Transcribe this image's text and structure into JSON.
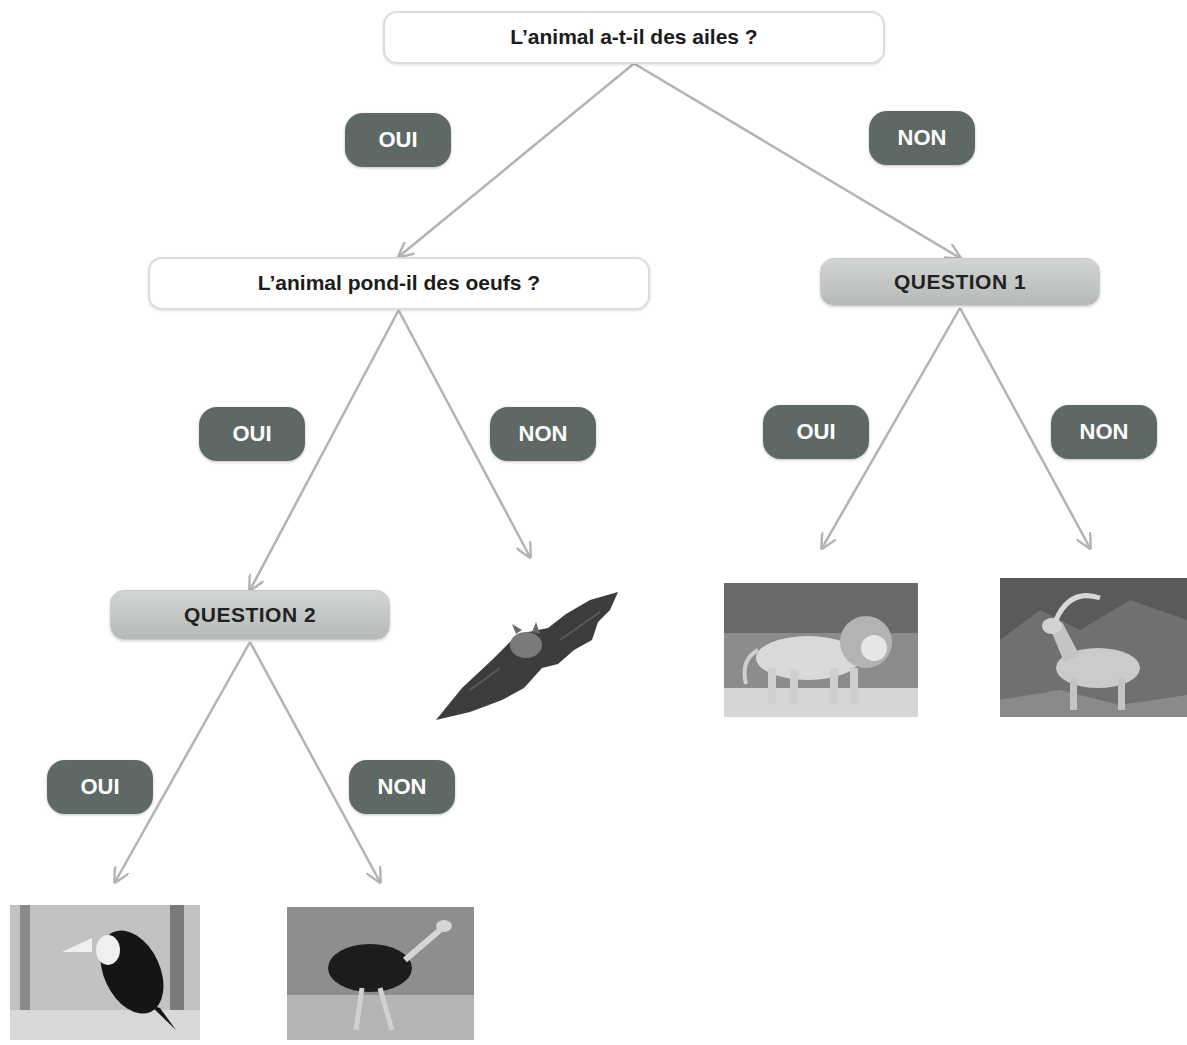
{
  "diagram": {
    "nodes": [
      {
        "text": [
          "L’animal a-t-il des ailes ?"
        ]
      },
      {
        "text": [
          "L’animal pond-il des oeufs ?"
        ]
      },
      {
        "text": [
          "QUESTION 1"
        ]
      },
      {
        "text": [
          "QUESTION 2"
        ]
      }
    ],
    "edges": [
      {
        "from": 0,
        "to": 1,
        "label": "OUI",
        "arrow": "to"
      },
      {
        "from": 0,
        "to": 2,
        "label": "NON",
        "arrow": "to"
      },
      {
        "from": 1,
        "to": 3,
        "label": "OUI",
        "arrow": "to"
      }
    ],
    "labels": [
      "NON",
      "OUI",
      "NON",
      "OUI",
      "NON"
    ]
  }
}
